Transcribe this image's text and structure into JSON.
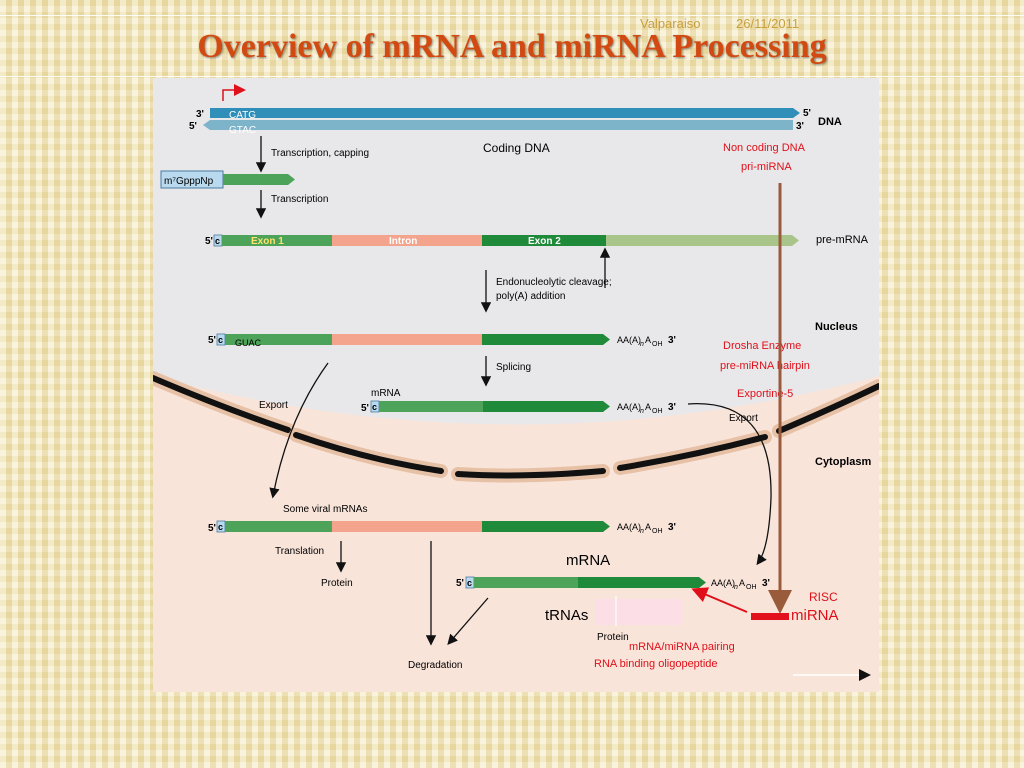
{
  "header": {
    "location": "Valparaiso",
    "date": "26/11/2011",
    "title": "Overview of mRNA and miRNA Processing"
  },
  "diagram": {
    "dna": {
      "strand_top_left": "3'",
      "strand_bottom_left": "5'",
      "strand_top_right": "5'",
      "strand_bottom_right": "3'",
      "label": "DNA",
      "seq_top": "CATG",
      "seq_bottom": "GTAC",
      "coding_label": "Coding DNA",
      "noncoding_label": "Non coding DNA",
      "primirna_label": "pri-miRNA"
    },
    "steps": {
      "transcription_capping": "Transcription, capping",
      "cap": "m⁷GpppNp",
      "transcription": "Transcription",
      "cleavage_line1": "Endonucleolytic cleavage;",
      "cleavage_line2": "poly(A) addition",
      "splicing": "Splicing",
      "export_left": "Export",
      "export_right": "Export",
      "translation": "Translation"
    },
    "premrna": {
      "five": "5'",
      "cap_c": "c",
      "exon1": "Exon 1",
      "intron": "Intron",
      "exon2": "Exon 2",
      "label": "pre-mRNA"
    },
    "polyA": {
      "tail": "AA(A)",
      "n": "n",
      "a": "A",
      "oh": "OH",
      "three": "3'"
    },
    "spliced": {
      "guac": "GUAC",
      "mrna_label": "mRNA"
    },
    "compartments": {
      "nucleus": "Nucleus",
      "cytoplasm": "Cytoplasm"
    },
    "mirna_path": {
      "drosha": "Drosha Enzyme",
      "hairpin": "pre-miRNA hairpin",
      "exportin": "Exportine-5",
      "risc": "RISC",
      "mirna": "miRNA",
      "pairing": "mRNA/miRNA pairing",
      "binding": "RNA binding oligopeptide"
    },
    "cytoplasm_items": {
      "viral": "Some viral mRNAs",
      "protein1": "Protein",
      "degradation": "Degradation",
      "mrna_big": "mRNA",
      "trnas": "tRNAs",
      "protein2": "Protein"
    },
    "colors": {
      "dna_top": "#2f8fb8",
      "dna_bottom": "#7db4c9",
      "exon_light": "#4ea35a",
      "exon_dark": "#1f8a3a",
      "intron": "#f4a38c",
      "utr": "#a9c58a",
      "nucleus_bg": "#e8e8ea",
      "cytoplasm_bg": "#f9e4da",
      "red_label": "#e0101a"
    }
  }
}
